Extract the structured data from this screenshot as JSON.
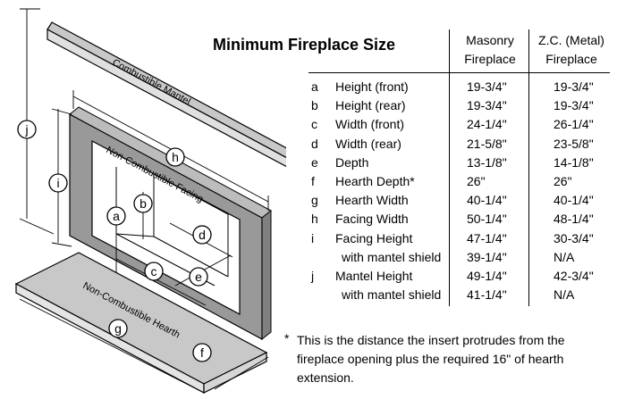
{
  "title": "Minimum Fireplace Size",
  "columns": {
    "masonry": [
      "Masonry",
      "Fireplace"
    ],
    "zc": [
      "Z.C. (Metal)",
      "Fireplace"
    ]
  },
  "rows": [
    {
      "letter": "a",
      "label": "Height (front)",
      "masonry": "19-3/4\"",
      "zc": "19-3/4\""
    },
    {
      "letter": "b",
      "label": "Height (rear)",
      "masonry": "19-3/4\"",
      "zc": "19-3/4\""
    },
    {
      "letter": "c",
      "label": "Width (front)",
      "masonry": "24-1/4\"",
      "zc": "26-1/4\""
    },
    {
      "letter": "d",
      "label": "Width (rear)",
      "masonry": "21-5/8\"",
      "zc": "23-5/8\""
    },
    {
      "letter": "e",
      "label": "Depth",
      "masonry": "13-1/8\"",
      "zc": "14-1/8\""
    },
    {
      "letter": "f",
      "label": "Hearth Depth*",
      "masonry": "26\"",
      "zc": "26\""
    },
    {
      "letter": "g",
      "label": "Hearth Width",
      "masonry": "40-1/4\"",
      "zc": "40-1/4\""
    },
    {
      "letter": "h",
      "label": "Facing Width",
      "masonry": "50-1/4\"",
      "zc": "48-1/4\""
    },
    {
      "letter": "i",
      "label": "Facing Height",
      "masonry": "47-1/4\"",
      "zc": "30-3/4\""
    },
    {
      "letter": "",
      "label": "with mantel shield",
      "masonry": "39-1/4\"",
      "zc": "N/A",
      "sub": true
    },
    {
      "letter": "j",
      "label": "Mantel Height",
      "masonry": "49-1/4\"",
      "zc": "42-3/4\""
    },
    {
      "letter": "",
      "label": "with mantel shield",
      "masonry": "41-1/4\"",
      "zc": "N/A",
      "sub": true
    }
  ],
  "footnote": {
    "star": "*",
    "text": "This is the distance the insert protrudes from the fireplace opening plus the required 16\" of hearth extension."
  },
  "diagram": {
    "mantel_label": "Combustible Mantel",
    "facing_label": "Non-Combustible Facing",
    "hearth_label": "Non-Combustible Hearth",
    "markers": [
      "a",
      "b",
      "c",
      "d",
      "e",
      "f",
      "g",
      "h",
      "i",
      "j"
    ]
  }
}
